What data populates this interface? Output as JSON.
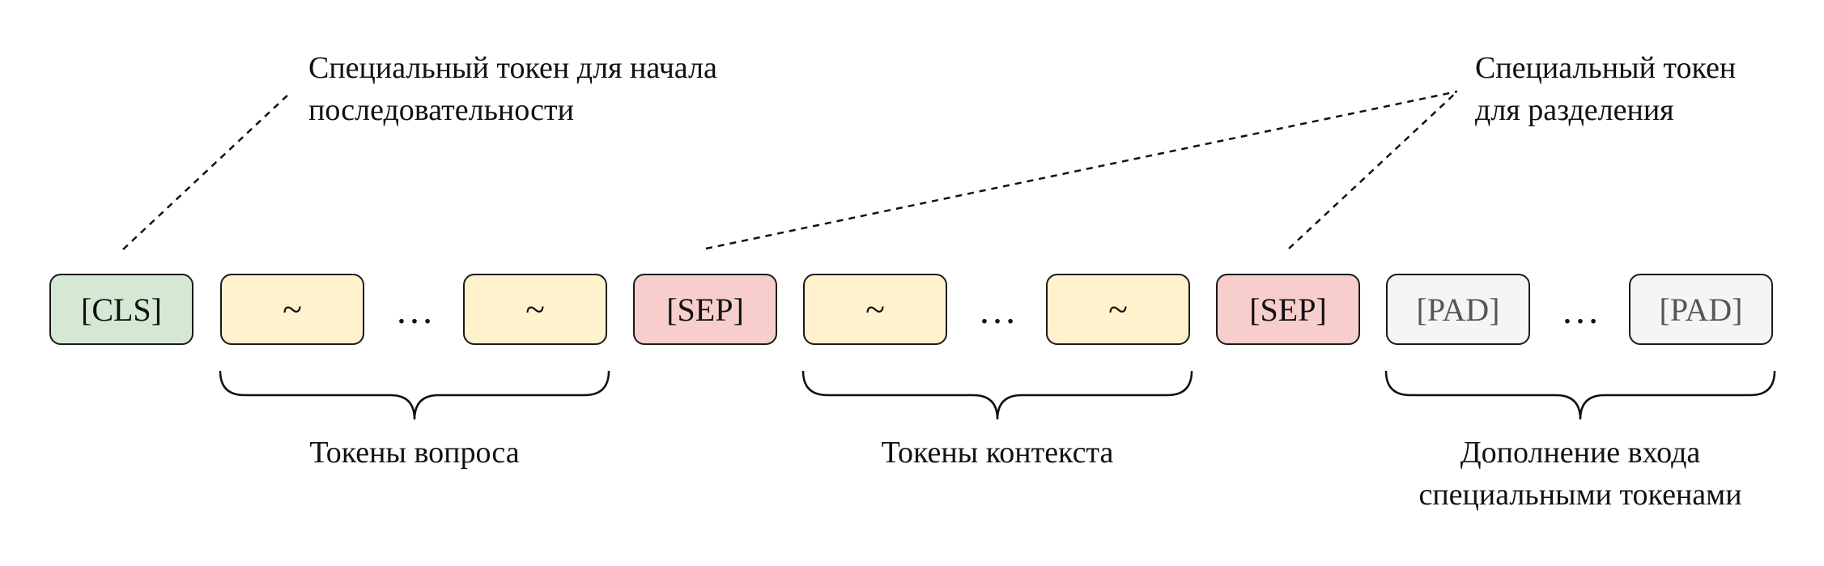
{
  "annotations": {
    "cls_note_line1": "Специальный токен для начала",
    "cls_note_line2": "последовательности",
    "sep_note_line1": "Специальный токен",
    "sep_note_line2": "для разделения"
  },
  "tokens": {
    "cls": "[CLS]",
    "question_token": "~",
    "sep": "[SEP]",
    "context_token": "~",
    "pad": "[PAD]",
    "ellipsis": "…"
  },
  "groups": {
    "question": "Токены вопроса",
    "context": "Токены контекста",
    "padding_line1": "Дополнение входа",
    "padding_line2": "специальными токенами"
  },
  "colors": {
    "cls": "#d5e8d4",
    "question": "#fff2cc",
    "sep": "#f8cecc",
    "pad": "#f5f5f5"
  }
}
